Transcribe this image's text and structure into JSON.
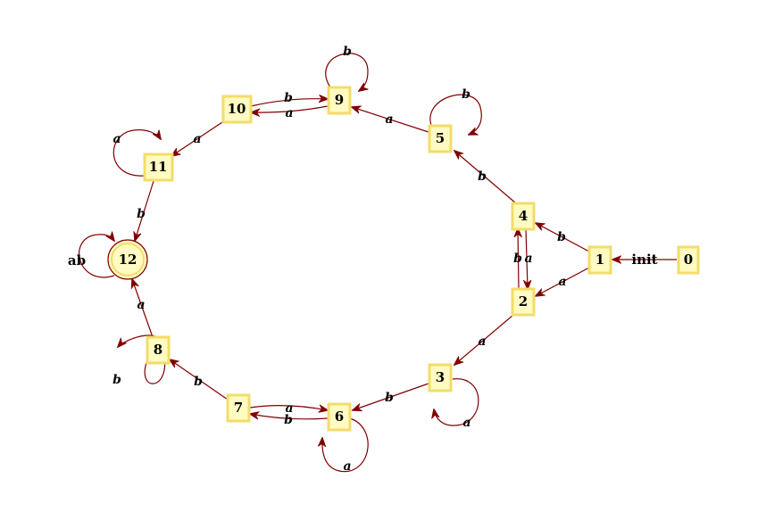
{
  "colors": {
    "edge": "#800000",
    "node_fill": "#fffbc2",
    "node_border": "#f3dc6a"
  },
  "states": [
    {
      "id": "0",
      "label": "0",
      "shape": "box"
    },
    {
      "id": "1",
      "label": "1",
      "shape": "box"
    },
    {
      "id": "2",
      "label": "2",
      "shape": "box"
    },
    {
      "id": "3",
      "label": "3",
      "shape": "box"
    },
    {
      "id": "4",
      "label": "4",
      "shape": "box"
    },
    {
      "id": "5",
      "label": "5",
      "shape": "box"
    },
    {
      "id": "6",
      "label": "6",
      "shape": "box"
    },
    {
      "id": "7",
      "label": "7",
      "shape": "box"
    },
    {
      "id": "8",
      "label": "8",
      "shape": "box"
    },
    {
      "id": "9",
      "label": "9",
      "shape": "box"
    },
    {
      "id": "10",
      "label": "10",
      "shape": "box"
    },
    {
      "id": "11",
      "label": "11",
      "shape": "box"
    },
    {
      "id": "12",
      "label": "12",
      "shape": "double-circle"
    }
  ],
  "transitions": [
    {
      "from": "0",
      "to": "1",
      "label": "init"
    },
    {
      "from": "1",
      "to": "4",
      "label": "b"
    },
    {
      "from": "1",
      "to": "2",
      "label": "a"
    },
    {
      "from": "4",
      "to": "2",
      "label": "a"
    },
    {
      "from": "2",
      "to": "4",
      "label": "b"
    },
    {
      "from": "4",
      "to": "5",
      "label": "b"
    },
    {
      "from": "5",
      "to": "5",
      "label": "b"
    },
    {
      "from": "5",
      "to": "9",
      "label": "a"
    },
    {
      "from": "9",
      "to": "9",
      "label": "b"
    },
    {
      "from": "9",
      "to": "10",
      "label": "a"
    },
    {
      "from": "10",
      "to": "9",
      "label": "b"
    },
    {
      "from": "10",
      "to": "11",
      "label": "a"
    },
    {
      "from": "11",
      "to": "11",
      "label": "a"
    },
    {
      "from": "11",
      "to": "12",
      "label": "b"
    },
    {
      "from": "12",
      "to": "12",
      "label": "ab"
    },
    {
      "from": "2",
      "to": "3",
      "label": "a"
    },
    {
      "from": "3",
      "to": "3",
      "label": "a"
    },
    {
      "from": "3",
      "to": "6",
      "label": "b"
    },
    {
      "from": "6",
      "to": "6",
      "label": "a"
    },
    {
      "from": "7",
      "to": "6",
      "label": "a"
    },
    {
      "from": "6",
      "to": "7",
      "label": "b"
    },
    {
      "from": "7",
      "to": "8",
      "label": "b"
    },
    {
      "from": "8",
      "to": "8",
      "label": "b"
    },
    {
      "from": "8",
      "to": "12",
      "label": "a"
    }
  ]
}
